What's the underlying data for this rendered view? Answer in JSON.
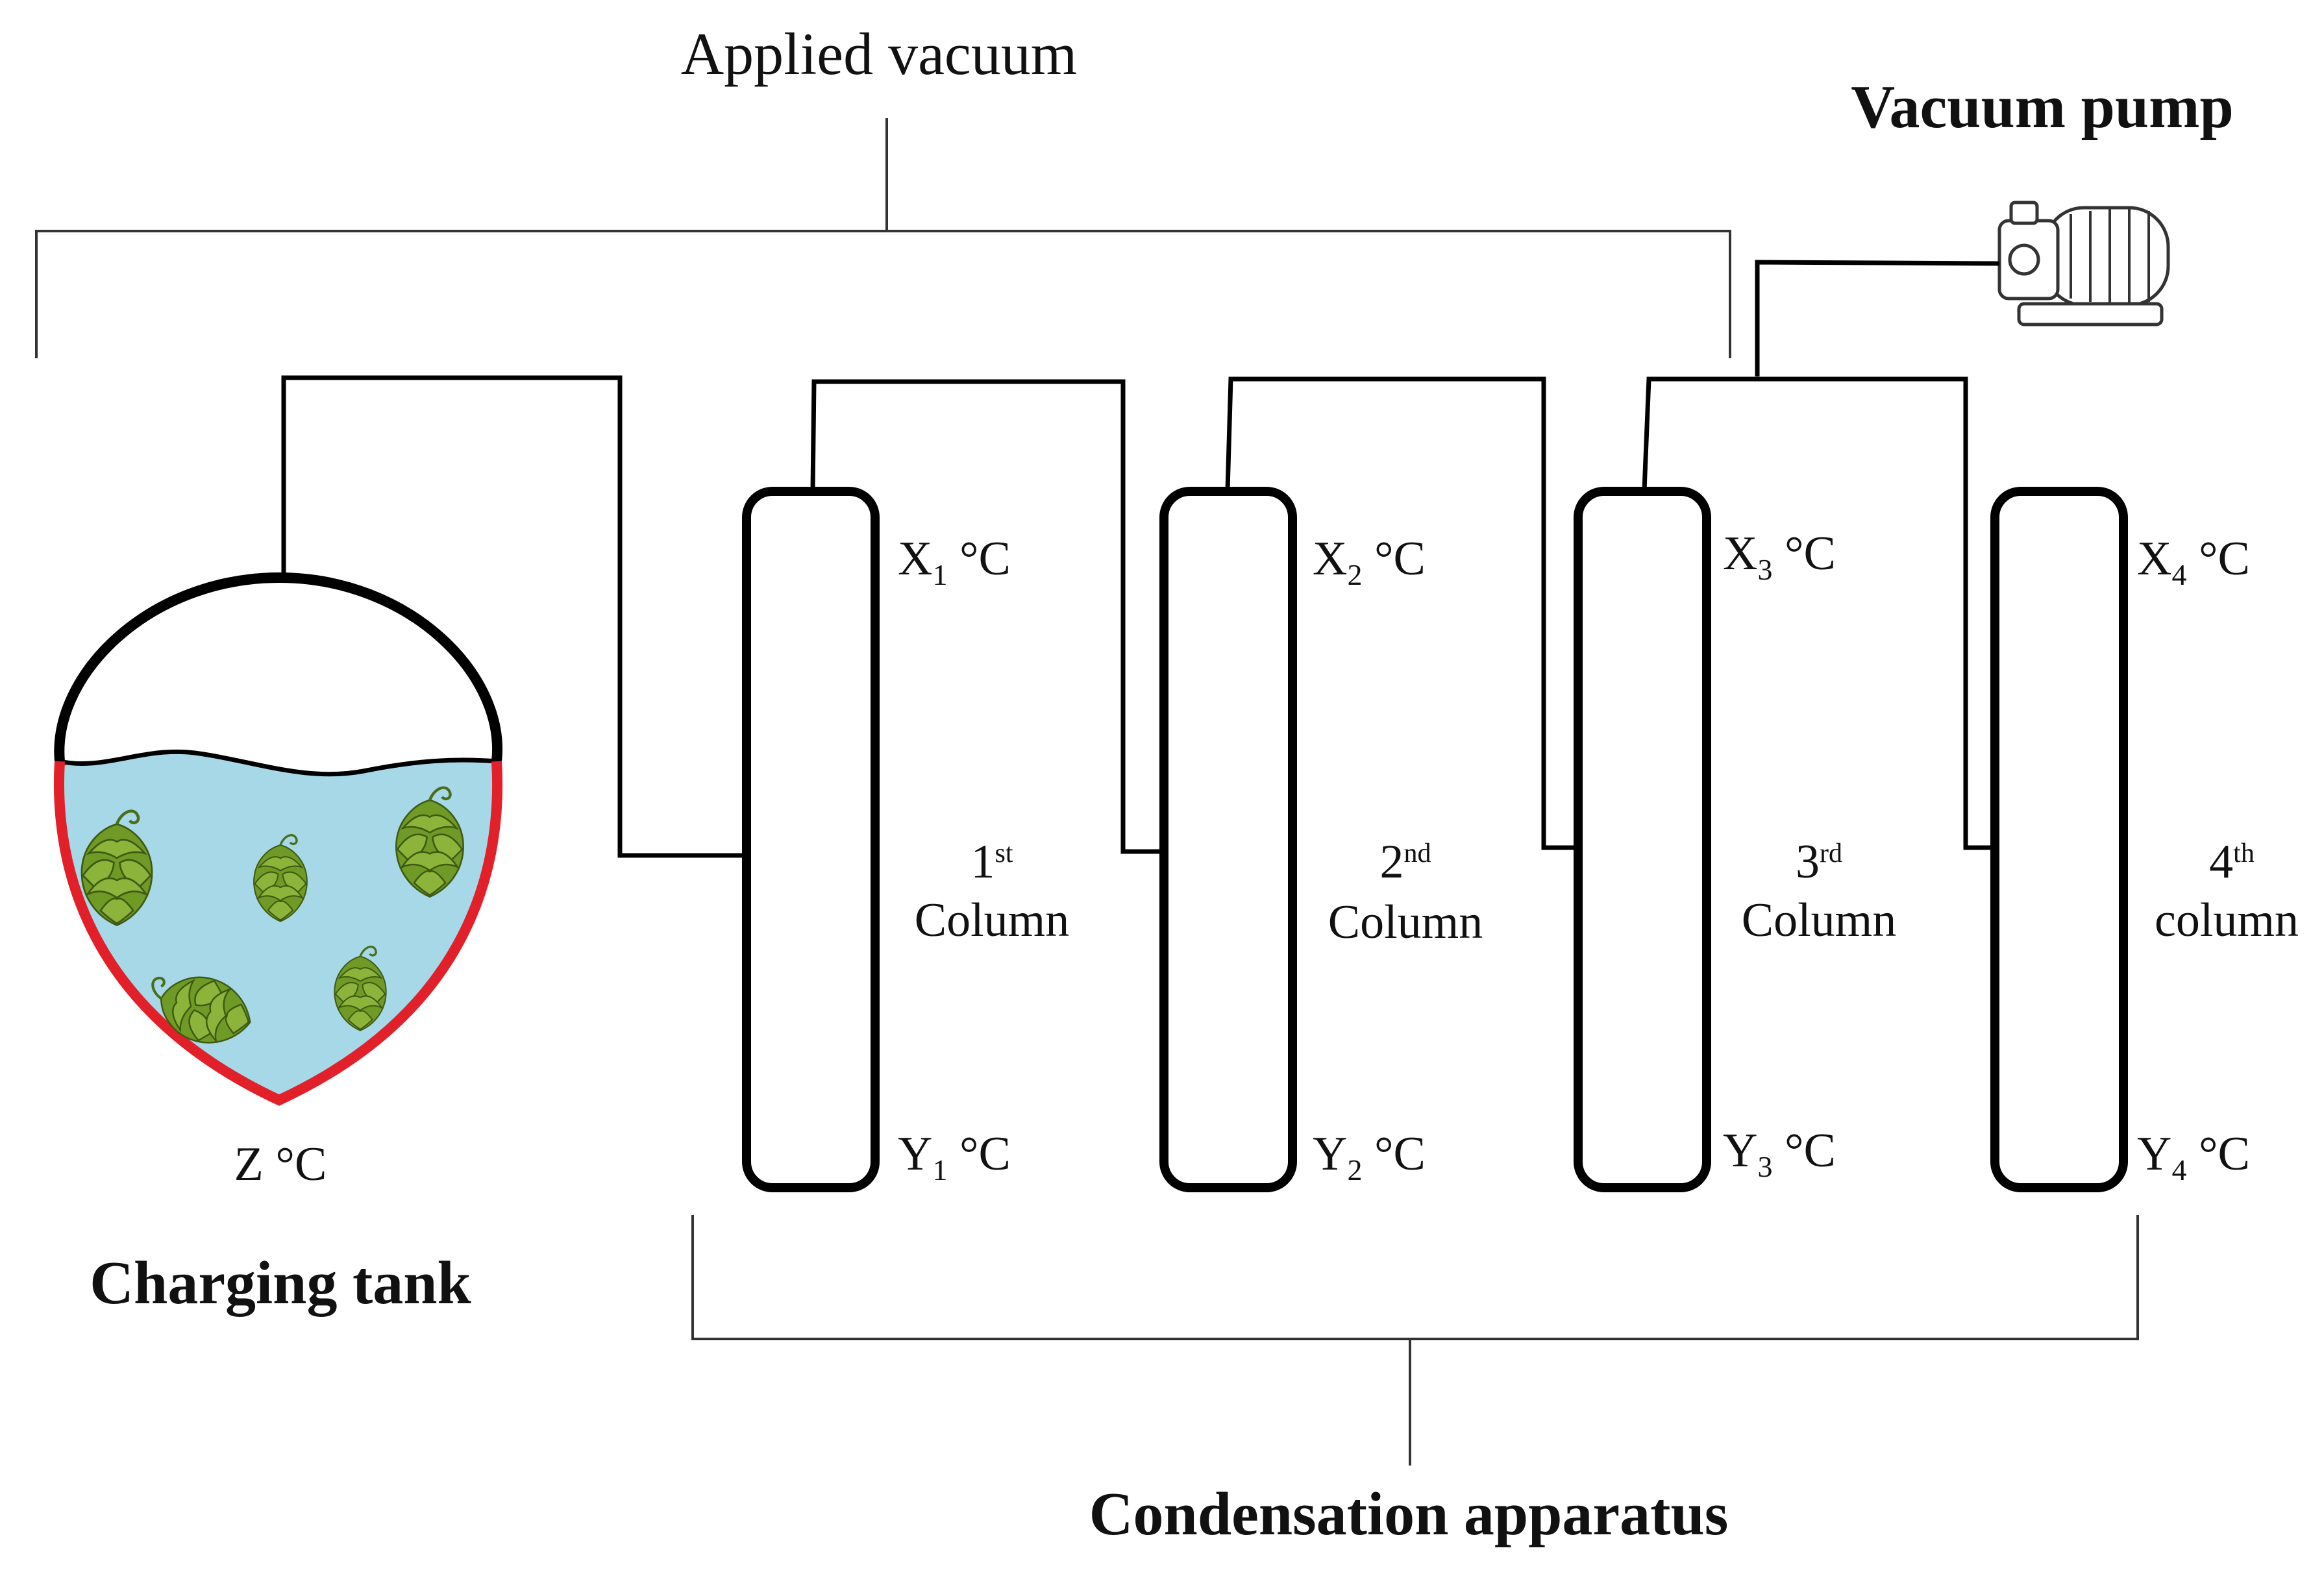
{
  "diagram": {
    "applied_vacuum_label": "Applied vacuum",
    "vacuum_pump_label": "Vacuum pump",
    "charging_tank_label": "Charging tank",
    "tank_temperature": "Z °C",
    "condensation_label": "Condensation apparatus",
    "columns": [
      {
        "top_temp_symbol": "X",
        "top_temp_index": "1",
        "top_temp_unit": " °C",
        "bottom_temp_symbol": "Y",
        "bottom_temp_index": "1",
        "bottom_temp_unit": " °C",
        "ordinal_number": "1",
        "ordinal_suffix": "st",
        "name": "Column"
      },
      {
        "top_temp_symbol": "X",
        "top_temp_index": "2",
        "top_temp_unit": " °C",
        "bottom_temp_symbol": "Y",
        "bottom_temp_index": "2",
        "bottom_temp_unit": " °C",
        "ordinal_number": "2",
        "ordinal_suffix": "nd",
        "name": "Column"
      },
      {
        "top_temp_symbol": "X",
        "top_temp_index": "3",
        "top_temp_unit": " °C",
        "bottom_temp_symbol": "Y",
        "bottom_temp_index": "3",
        "bottom_temp_unit": " °C",
        "ordinal_number": "3",
        "ordinal_suffix": "rd",
        "name": "Column"
      },
      {
        "top_temp_symbol": "X",
        "top_temp_index": "4",
        "top_temp_unit": " °C",
        "bottom_temp_symbol": "Y",
        "bottom_temp_index": "4",
        "bottom_temp_unit": " °C",
        "ordinal_number": "4",
        "ordinal_suffix": "th",
        "name": "column"
      }
    ],
    "colors": {
      "tank_wall_lower": "#e2202a",
      "tank_liquid": "#a7d8e8",
      "hop_green": "#8db43a",
      "pipe": "#000000"
    },
    "icons": {
      "pump": "vacuum-pump-icon",
      "hop": "hop-cone-icon"
    }
  }
}
